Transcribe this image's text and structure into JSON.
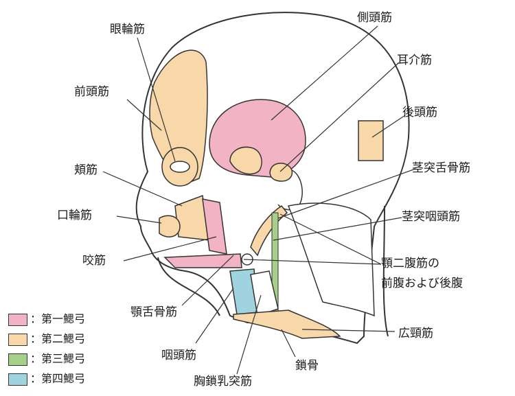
{
  "labels": {
    "eye_muscle": "眼輪筋",
    "temporal": "側頭筋",
    "frontal": "前頭筋",
    "auricular": "耳介筋",
    "occipital": "後頭筋",
    "buccinator": "頬筋",
    "stylohyoid": "茎突舌骨筋",
    "orbicularis_oris": "口輪筋",
    "stylopharyngeus": "茎突咽頭筋",
    "masseter": "咬筋",
    "digastric_line1": "顎二腹筋の",
    "digastric_line2": "前腹および後腹",
    "mylohyoid": "顎舌骨筋",
    "platysma": "広頸筋",
    "pharyngeal": "咽頭筋",
    "clavicle": "鎖骨",
    "sternocleidomastoid": "胸鎖乳突筋"
  },
  "legend": [
    {
      "text": "：第一鰓弓",
      "color": "#f2b3c4",
      "icon": "pink-swatch"
    },
    {
      "text": "：第二鰓弓",
      "color": "#f8d8a8",
      "icon": "orange-swatch"
    },
    {
      "text": "：第三鰓弓",
      "color": "#a6cf8a",
      "icon": "green-swatch"
    },
    {
      "text": "：第四鰓弓",
      "color": "#9fd3df",
      "icon": "blue-swatch"
    }
  ]
}
